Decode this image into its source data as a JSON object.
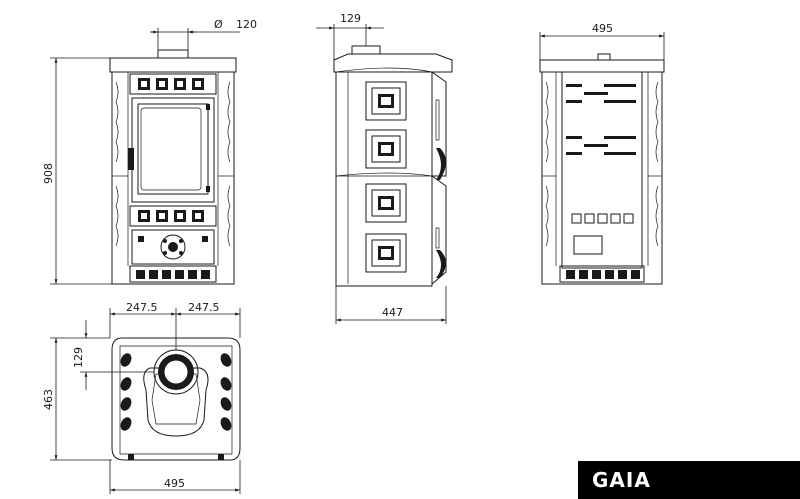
{
  "product": {
    "name": "GAIA"
  },
  "dimensions": {
    "flue_diameter": "120",
    "diameter_symbol": "Ø",
    "front_height": "908",
    "side_flue_offset": "129",
    "side_depth": "447",
    "rear_width": "495",
    "top_half_left": "247.5",
    "top_half_right": "247.5",
    "top_flue_offset": "129",
    "top_depth": "463",
    "top_width": "495"
  }
}
